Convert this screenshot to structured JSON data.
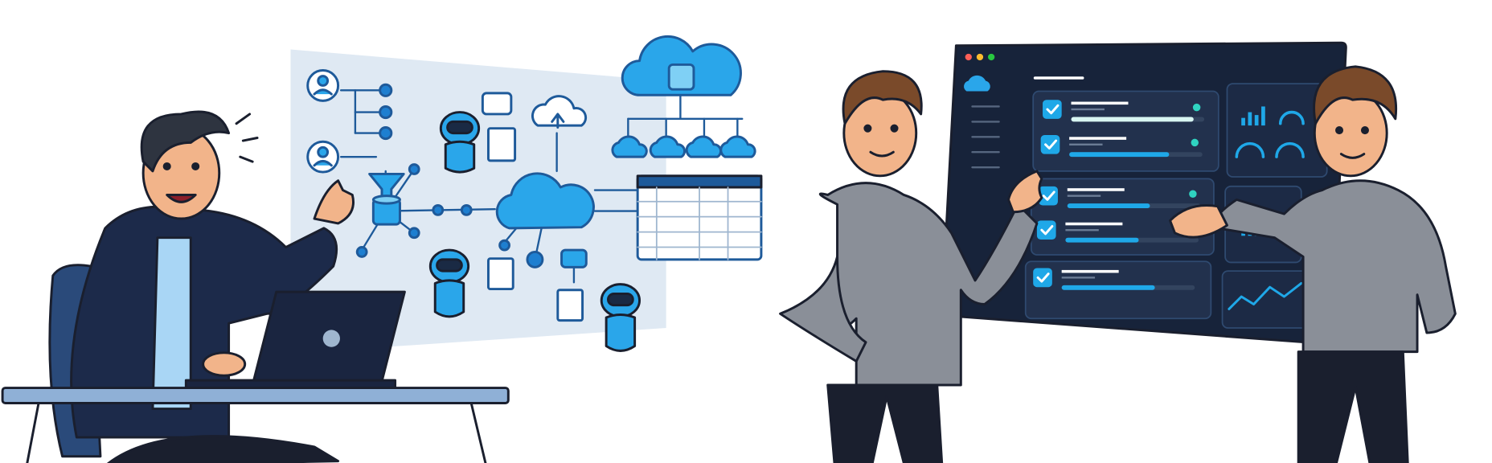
{
  "colors": {
    "background": "#ffffff",
    "outline": "#1a1f2e",
    "navy_hoodie": "#1c2a4a",
    "skin": "#f2b48a",
    "hair_dark": "#2e3440",
    "hair_brown": "#7a4a2a",
    "shirt_gray": "#8a8f98",
    "tshirt_light": "#a9d6f5",
    "accent_blue": "#1e9be0",
    "cloud_blue": "#2aa6ea",
    "panel_light": "#dfe9f3",
    "dashboard_bg": "#17233a",
    "dashboard_card": "#22314d",
    "check_teal": "#2fd3c0",
    "progress_blue": "#1fa8e8",
    "desk_top": "#8fb0d6",
    "window_red": "#ff5f57",
    "window_yellow": "#febc2e",
    "window_green": "#28c840"
  },
  "icons": [
    "user-icon",
    "funnel-icon",
    "database-icon",
    "robot-icon",
    "document-icon",
    "cloud-upload-icon",
    "cloud-icon",
    "table-icon",
    "laptop-icon",
    "checkbox-icon",
    "bar-chart-icon",
    "gauge-icon",
    "line-chart-icon"
  ],
  "dashboard": {
    "task_progress": [
      0.92,
      0.75,
      0.62,
      0.55,
      0.7
    ]
  }
}
